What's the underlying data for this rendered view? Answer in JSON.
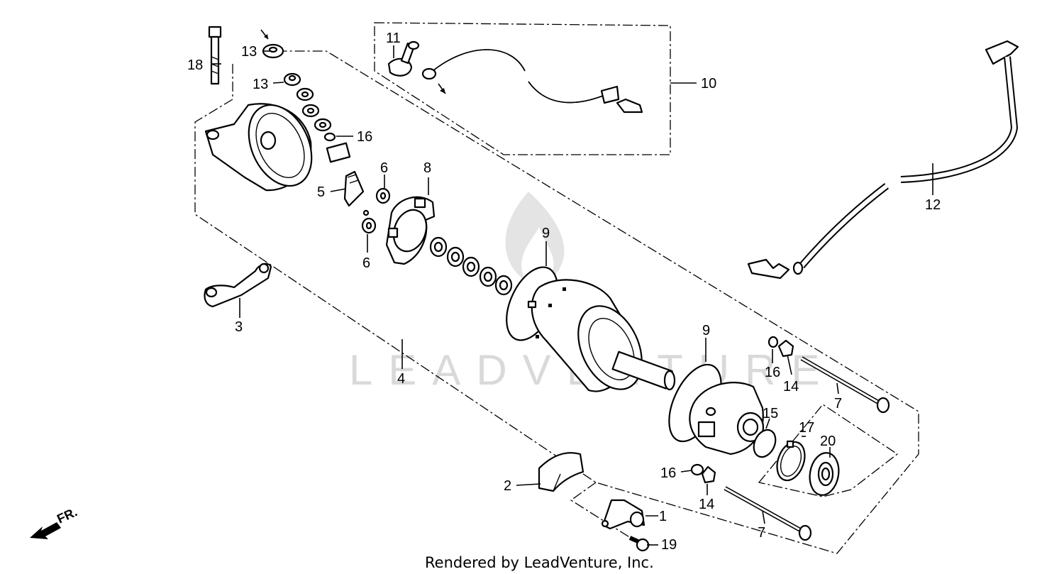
{
  "watermark": "LEADVENTURE",
  "credit": "Rendered by LeadVenture, Inc.",
  "direction_marker": "FR.",
  "callouts": {
    "p1": "1",
    "p2": "2",
    "p3": "3",
    "p4": "4",
    "p5": "5",
    "p6a": "6",
    "p6b": "6",
    "p7a": "7",
    "p7b": "7",
    "p8": "8",
    "p9a": "9",
    "p9b": "9",
    "p10": "10",
    "p11": "11",
    "p12": "12",
    "p13a": "13",
    "p13b": "13",
    "p14a": "14",
    "p14b": "14",
    "p15": "15",
    "p16a": "16",
    "p16b": "16",
    "p16c": "16",
    "p17": "17",
    "p18": "18",
    "p19": "19",
    "p20": "20"
  }
}
